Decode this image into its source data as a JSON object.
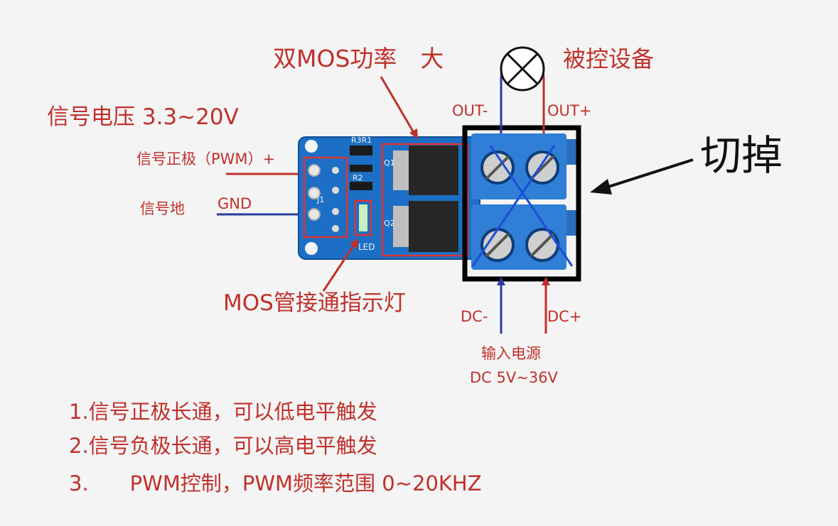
{
  "labels": {
    "dual_mos_power": "双MOS功率　大",
    "controlled_device": "被控设备",
    "signal_voltage": "信号电压 3.3~20V",
    "signal_positive": "信号正极（PWM）+",
    "signal_ground": "信号地",
    "gnd": "GND",
    "out_minus": "OUT-",
    "out_plus": "OUT+",
    "cut_off": "切掉",
    "mos_indicator": "MOS管接通指示灯",
    "dc_minus": "DC-",
    "dc_plus": "DC+",
    "input_power_title": "输入电源",
    "input_power_range": "DC 5V~36V"
  },
  "pcb": {
    "silkscreen": {
      "r3r1": "R3R1",
      "r2": "R2",
      "q1": "Q1",
      "q2": "Q2",
      "j1": "J1",
      "led": "LED"
    }
  },
  "notes": [
    "1.信号正极长通，可以低电平触发",
    "2.信号负极长通，可以高电平触发",
    "3.　　PWM控制，PWM频率范围 0~20KHZ"
  ],
  "colors": {
    "annotation_red": "#c0302b",
    "wire_blue": "#2b3a9e",
    "pcb_blue": "#1c6fc4",
    "terminal_blue": "#2f7fd6",
    "cut_box": "#000000",
    "cross_line": "#1a4fd8"
  },
  "icons": {
    "lamp": "lamp-icon",
    "arrow": "arrow-left-icon"
  }
}
